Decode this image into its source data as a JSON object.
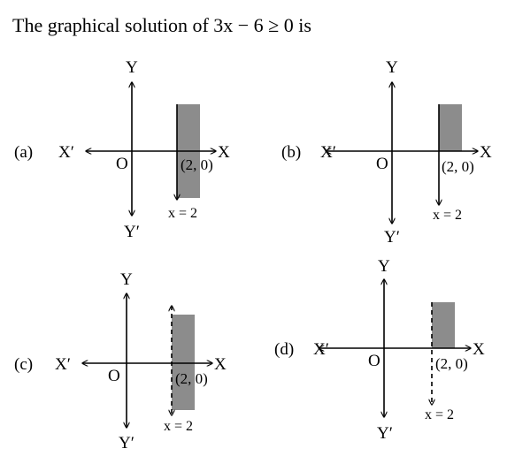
{
  "question": "The graphical solution of 3x − 6 ≥ 0 is",
  "labels": {
    "x_pos": "X",
    "x_neg": "X′",
    "y_pos": "Y",
    "y_neg": "Y′",
    "origin": "O",
    "point": "(2, 0)",
    "line": "x = 2"
  },
  "options": [
    {
      "label": "(a)",
      "line_style": "solid",
      "region": "full"
    },
    {
      "label": "(b)",
      "line_style": "solid",
      "region": "upper"
    },
    {
      "label": "(c)",
      "line_style": "dashed",
      "region": "full"
    },
    {
      "label": "(d)",
      "line_style": "dashed",
      "region": "upper"
    }
  ],
  "colors": {
    "shade": "#8c8c8c",
    "ink": "#000000"
  }
}
